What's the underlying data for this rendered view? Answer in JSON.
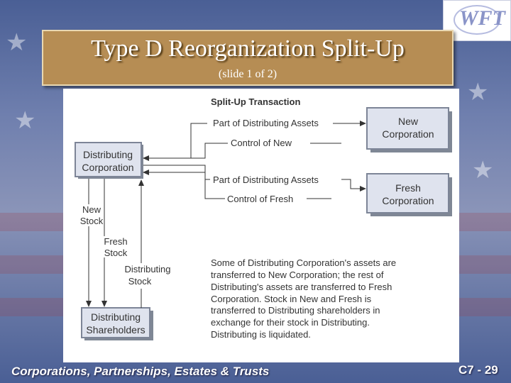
{
  "slide": {
    "title": "Type D Reorganization Split-Up",
    "subtitle": "(slide 1 of 2)",
    "footer": "Corporations, Partnerships, Estates & Trusts",
    "page_number": "C7 - 29"
  },
  "logo": {
    "text": "WFT"
  },
  "diagram": {
    "heading": "Split-Up Transaction",
    "boxes": {
      "distributing_line1": "Distributing",
      "distributing_line2": "Corporation",
      "new_line1": "New",
      "new_line2": "Corporation",
      "fresh_line1": "Fresh",
      "fresh_line2": "Corporation",
      "shareholders_line1": "Distributing",
      "shareholders_line2": "Shareholders"
    },
    "flows": {
      "assets_to_new": "Part of Distributing Assets",
      "control_of_new": "Control of New",
      "assets_to_fresh": "Part of Distributing Assets",
      "control_of_fresh": "Control of Fresh"
    },
    "stock_labels": {
      "new_stock_1": "New",
      "new_stock_2": "Stock",
      "fresh_stock_1": "Fresh",
      "fresh_stock_2": "Stock",
      "distributing_stock_1": "Distributing",
      "distributing_stock_2": "Stock"
    },
    "description_lines": [
      "Some of Distributing Corporation's assets are",
      "transferred to New Corporation; the rest of",
      "Distributing's assets are transferred to Fresh",
      "Corporation. Stock in New and Fresh is",
      "transferred to Distributing shareholders in",
      "exchange for their stock in Distributing.",
      "Distributing is liquidated."
    ]
  }
}
